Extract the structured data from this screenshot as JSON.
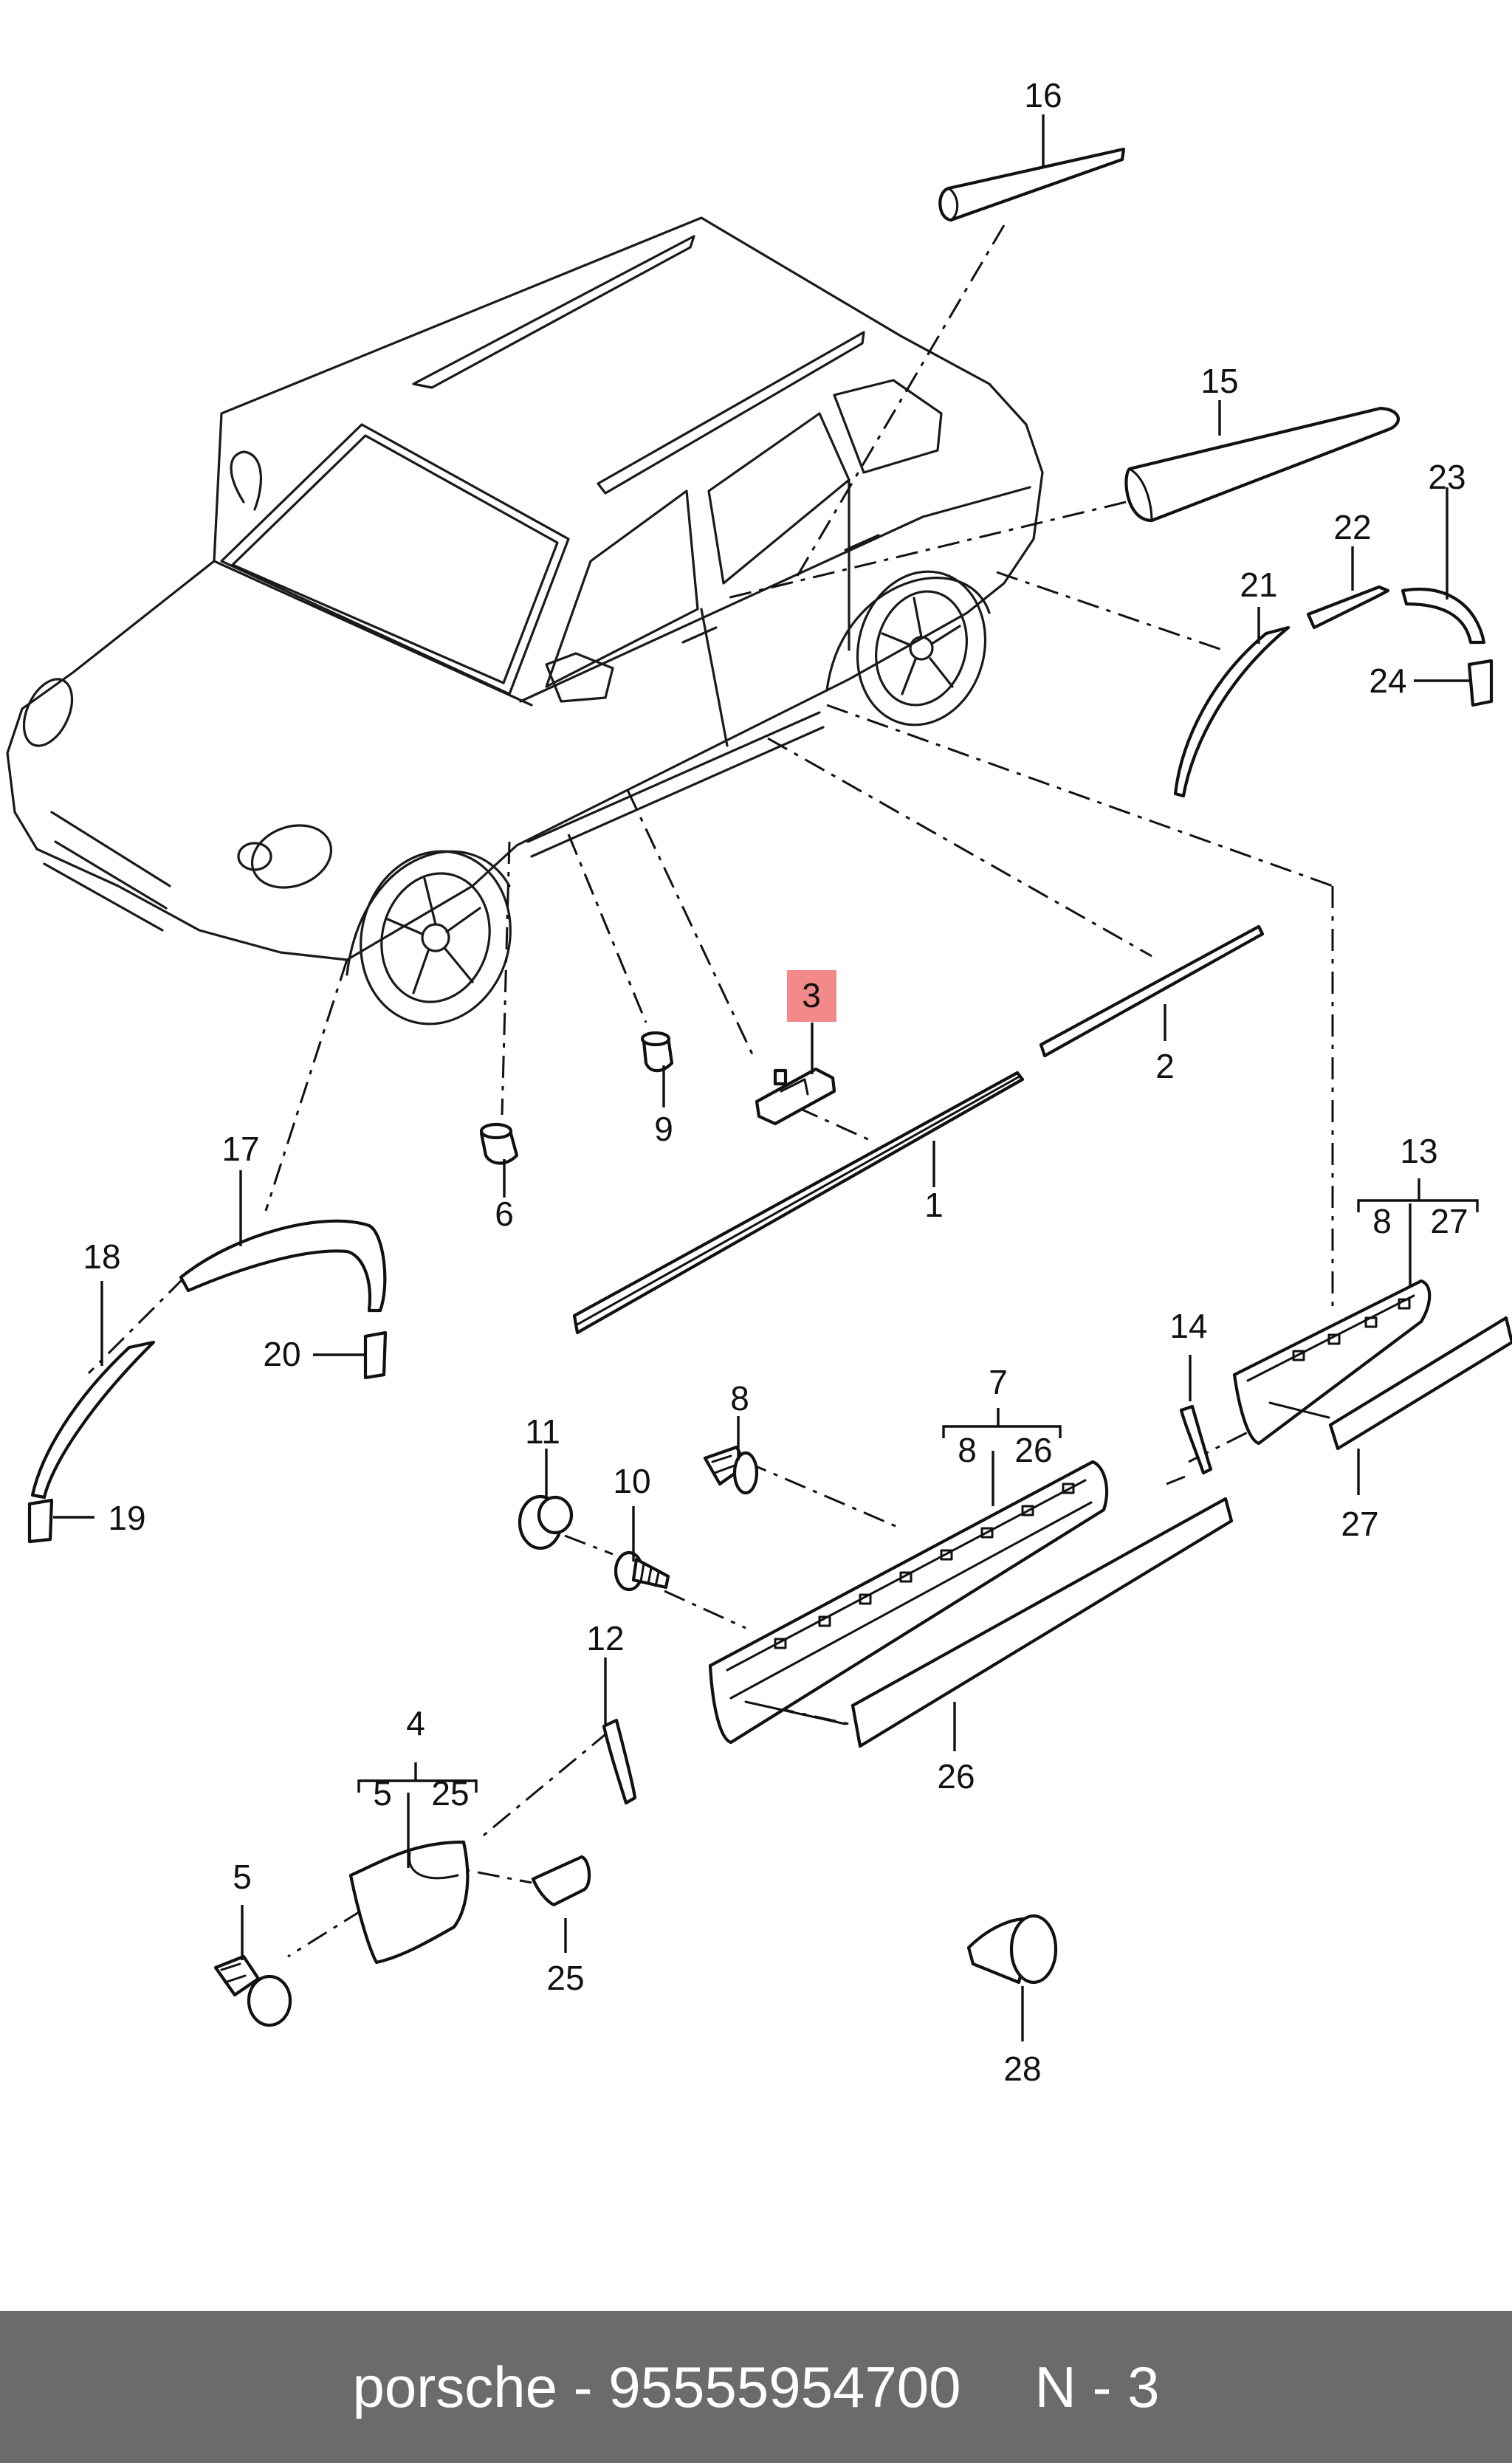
{
  "diagram": {
    "labels": [
      "1",
      "2",
      "3",
      "4",
      "5",
      "25",
      "5",
      "6",
      "7",
      "8",
      "26",
      "8",
      "9",
      "10",
      "11",
      "12",
      "13",
      "8",
      "27",
      "14",
      "15",
      "16",
      "17",
      "18",
      "19",
      "20",
      "21",
      "22",
      "23",
      "24",
      "25",
      "26",
      "27",
      "28"
    ],
    "highlighted_part": "3",
    "highlight_color": "#f28a8a"
  },
  "footer": {
    "brand": "porsche",
    "separator": "-",
    "part_number": "95555954700",
    "page_ref": "N - 3"
  }
}
